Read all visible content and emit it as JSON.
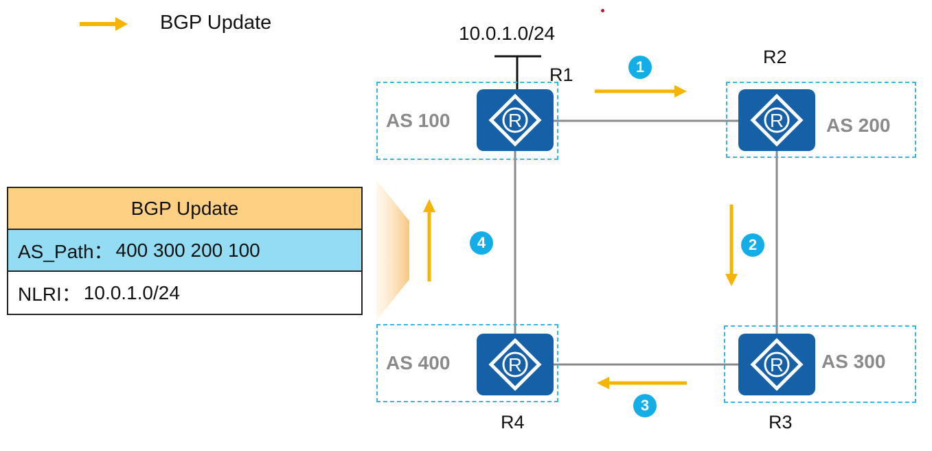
{
  "legend": {
    "icon": "orange-arrow-right",
    "label": "BGP Update",
    "color": "#f5b400"
  },
  "network_prefix": "10.0.1.0/24",
  "routers": [
    {
      "name": "R1",
      "as": "AS 100"
    },
    {
      "name": "R2",
      "as": "AS 200"
    },
    {
      "name": "R3",
      "as": "AS 300"
    },
    {
      "name": "R4",
      "as": "AS 400"
    }
  ],
  "steps": [
    {
      "number": "1",
      "direction": "right",
      "from": "R1",
      "to": "R2"
    },
    {
      "number": "2",
      "direction": "down",
      "from": "R2",
      "to": "R3"
    },
    {
      "number": "3",
      "direction": "left",
      "from": "R3",
      "to": "R4"
    },
    {
      "number": "4",
      "direction": "up",
      "from": "R4",
      "to": "R1"
    }
  ],
  "packet": {
    "title": "BGP Update",
    "as_path_label": "AS_Path：",
    "as_path_value": "400 300 200 100",
    "nlri_label": "NLRI：",
    "nlri_value": "10.0.1.0/24"
  },
  "colors": {
    "router_fill": "#1660a8",
    "as_border": "#3bb3e0",
    "arrow": "#f5b400",
    "badge": "#13aee8",
    "packet_header": "#fdd084",
    "packet_as_path": "#93dcf4"
  }
}
